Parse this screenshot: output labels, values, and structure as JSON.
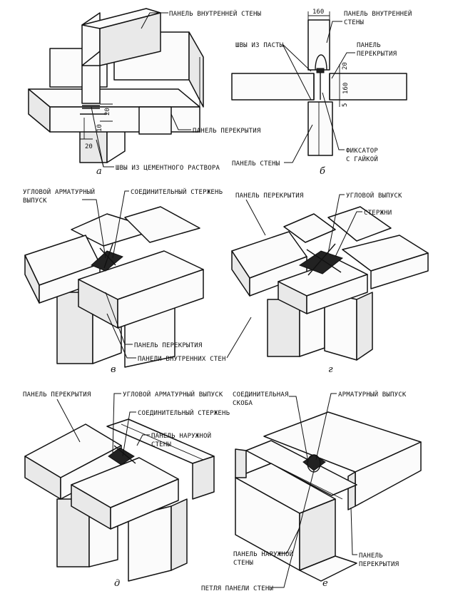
{
  "figures": [
    {
      "letter": "а",
      "labels": [
        "ПАНЕЛЬ ВНУТРЕННЕЙ СТЕНЫ",
        "ПАНЕЛЬ ПЕРЕКРЫТИЯ",
        "ШВЫ ИЗ ЦЕМЕНТНОГО РАСТВОРА"
      ],
      "dims": [
        "20",
        "10",
        "20"
      ]
    },
    {
      "letter": "б",
      "labels": [
        "ПАНЕЛЬ ВНУТРЕННЕЙ",
        "СТЕНЫ",
        "ШВЫ ИЗ ПАСТЫ",
        "ПАНЕЛЬ",
        "ПЕРЕКРЫТИЯ",
        "ПАНЕЛЬ СТЕНЫ",
        "ФИКСАТОР",
        "С ГАЙКОЙ"
      ],
      "dims": [
        "160",
        "20",
        "160",
        "5"
      ]
    },
    {
      "letter": "в",
      "labels": [
        "УГЛОВОЙ АРМАТУРНЫЙ",
        "ВЫПУСК",
        "СОЕДИНИТЕЛЬНЫЙ СТЕРЖЕНЬ",
        "ПАНЕЛЬ ПЕРЕКРЫТИЯ",
        "ПАНЕЛИ ВНУТРЕННИХ СТЕН"
      ]
    },
    {
      "letter": "г",
      "labels": [
        "ПАНЕЛЬ ПЕРЕКРЫТИЯ",
        "УГЛОВОЙ ВЫПУСК",
        "СТЕРЖНИ"
      ]
    },
    {
      "letter": "д",
      "labels": [
        "ПАНЕЛЬ ПЕРЕКРЫТИЯ",
        "УГЛОВОЙ АРМАТУРНЫЙ ВЫПУСК",
        "СОЕДИНИТЕЛЬНЫЙ СТЕРЖЕНЬ",
        "ПАНЕЛЬ НАРУЖНОЙ",
        "СТЕНЫ"
      ]
    },
    {
      "letter": "е",
      "labels": [
        "СОЕДИНИТЕЛЬНАЯ",
        "СКОБА",
        "АРМАТУРНЫЙ ВЫПУСК",
        "ПАНЕЛЬ НАРУЖНОЙ",
        "СТЕНЫ",
        "ПАНЕЛЬ",
        "ПЕРЕКРЫТИЯ",
        "ПЕТЛЯ ПАНЕЛИ СТЕНЫ"
      ]
    }
  ]
}
